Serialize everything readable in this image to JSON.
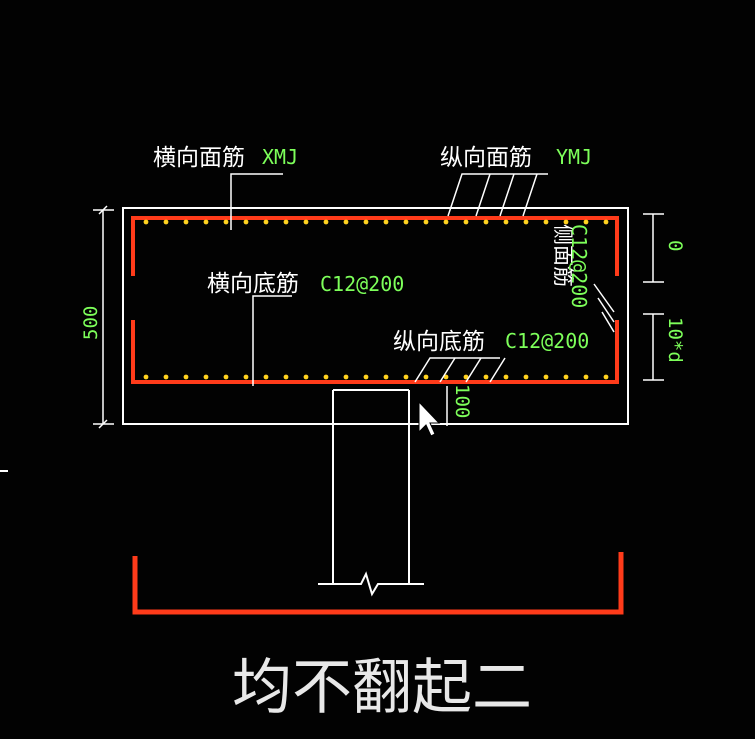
{
  "labels": {
    "top_transverse": "横向面筋",
    "top_transverse_code": "XMJ",
    "top_longitudinal": "纵向面筋",
    "top_longitudinal_code": "YMJ",
    "bottom_transverse": "横向底筋",
    "bottom_transverse_code": "C12@200",
    "bottom_longitudinal": "纵向底筋",
    "bottom_longitudinal_code": "C12@200",
    "side": "侧面筋",
    "side_code": "C12@200"
  },
  "dimensions": {
    "height": "500",
    "top_offset": "0",
    "side_anchor": "10*d",
    "cover": "100"
  },
  "caption": "均不翻起二",
  "colors": {
    "background": "#020202",
    "outline": "#ffffff",
    "rebar": "#ff3b1a",
    "dots": "#ffd21f",
    "code_text": "#7dff5a"
  }
}
